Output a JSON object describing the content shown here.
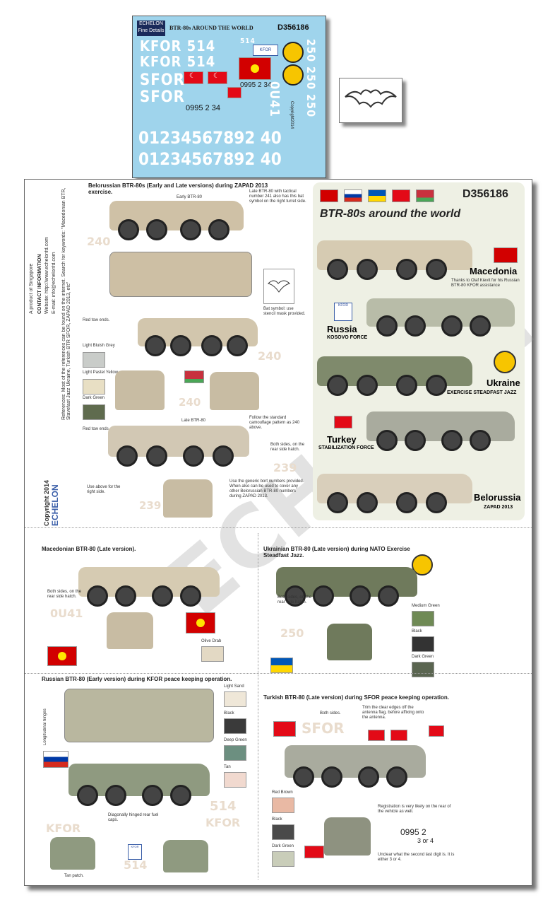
{
  "decal_sheet": {
    "logo": "ECHELON",
    "logo_sub": "Fine Details",
    "title": "BTR-80s  AROUND THE WORLD",
    "code": "D356186",
    "kfor_row1": "KFOR 514",
    "kfor_row2": "KFOR 514",
    "sfor_row1": "SFOR",
    "sfor_row2": "SFOR",
    "reg1": "0995 2 34",
    "reg2": "0995 2 34",
    "digits1": "01234567892 40",
    "digits2": "01234567892 40",
    "num514": "514",
    "num0u41": "0U41",
    "num250": "250 250 250",
    "copyright": "Copyright2014"
  },
  "main_sheet": {
    "code": "D356186",
    "title": "BTR-80s around the world",
    "copyright": "Copyright 2014",
    "echelon": "ECHELON",
    "contact_title": "CONTACT INFORMATION",
    "website": "Website: http://www.echelonfd.com",
    "email": "E-mail: info@echelonfd.com",
    "product": "A product of Singapore",
    "references": "References: Most of the references can be found on the internet. Search for keywords: \"Macedonian BTR, Stavefast Jazz Ukraine, Turkish BTR SFOR, ZAPAD 2013, etc\"",
    "belorussian_title": "Belorussian BTR-80s (Early and Late versions) during ZAPAD 2013 exercise.",
    "early_label": "Early BTR-80",
    "late_label": "Late BTR-80",
    "late_note": "Late BTR-80 with tactical number 241 also has this bat symbol on the right turret side.",
    "bat_note": "Bat symbol: use stencil mask provided.",
    "red_tow": "Red tow ends.",
    "red_tow2": "Red tow ends.",
    "follow_note": "Follow the standard camouflage pattern as 240 above.",
    "both_sides": "Both sides, on the rear side hatch.",
    "use_above": "Use above for the right side.",
    "generic_note": "Use the generic bort numbers provided. When also can be used to cover any other Belorussian BTR-80 numbers during ZAPAD 2013.",
    "colors_bel": [
      "Light Bluish Grey",
      "Light Pastel Yellow",
      "Dark Green"
    ],
    "bort240": "240",
    "bort239": "239",
    "countries": [
      {
        "name": "Macedonia",
        "sub": ""
      },
      {
        "name": "Russia",
        "sub": "KOSOVO FORCE"
      },
      {
        "name": "Ukraine",
        "sub": "EXERCISE STEADFAST JAZZ"
      },
      {
        "name": "Turkey",
        "sub": "STABILIZATION FORCE"
      },
      {
        "name": "Belorussia",
        "sub": "ZAPAD 2013"
      }
    ],
    "thanks": "Thanks to Olaf Kievit for his Russian BTR-80 KFOR assistance",
    "macedonian_title": "Macedonian BTR-80 (Late version).",
    "mac_both_sides": "Both sides, on the rear side hatch.",
    "mac_color": "Olive Drab",
    "mac_num": "0U41",
    "ukrainian_title": "Ukrainian BTR-80 (Late version) during NATO Exercise Steadfast Jazz.",
    "ukr_both_sides": "Both sides, on the rear side hatch.",
    "ukr_colors": [
      "Medium Green",
      "Black",
      "Dark Green"
    ],
    "ukr_num": "250",
    "russian_title": "Russian BTR-80 (Early version) during KFOR peace keeping operation.",
    "rus_colors": [
      "Light Sand",
      "Black",
      "Deep Green",
      "Tan"
    ],
    "rus_tan_patch": "Tan patch.",
    "rus_fuel": "Diagonally hinged rear fuel caps.",
    "rus_longitudinal": "Longitudinal hinges",
    "rus_kfor": "KFOR",
    "rus_514": "514",
    "turkish_title": "Turkish BTR-80 (Late version) during SFOR peace keeping operation.",
    "tur_both_sides": "Both sides.",
    "tur_trim": "Trim the clear edges off the antenna flag, before affixing onto the antenna.",
    "tur_colors": [
      "Red Brown",
      "Black",
      "Dark Green"
    ],
    "tur_sfor": "SFOR",
    "tur_reg_note": "Registration is very likely on the rear of the vehicle as well.",
    "tur_reg": "0995 2",
    "tur_reg2": "3 or 4",
    "tur_unclear": "Unclear what the second last digit is. It is either 3 or 4."
  },
  "colors": {
    "decal_bg": "#9fd4ec",
    "sand": "#d8c8ae",
    "green": "#6b7557",
    "grey": "#8a8f8a",
    "bort": "#e9dccd",
    "watermark": "#bcbcbc"
  }
}
